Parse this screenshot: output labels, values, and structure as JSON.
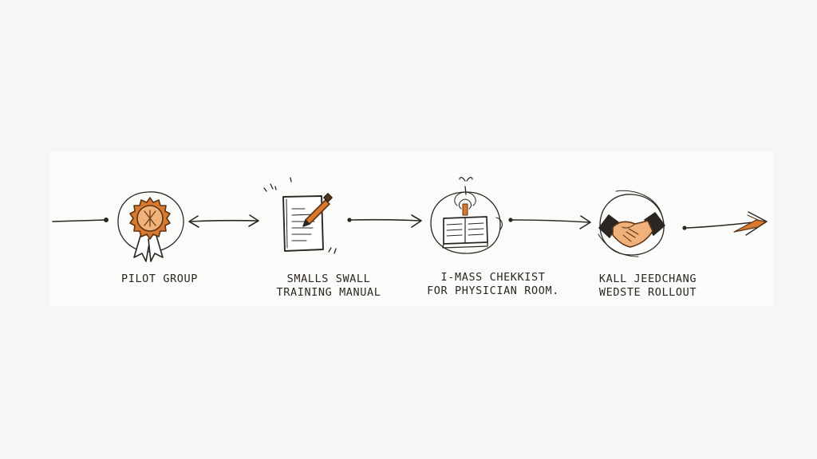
{
  "steps": [
    {
      "label_lines": [
        "PILOT GROUP"
      ],
      "icon": "award-ribbon-icon"
    },
    {
      "label_lines": [
        "SMALLS SWALL",
        "TRAINING MANUAL"
      ],
      "icon": "manual-pen-icon"
    },
    {
      "label_lines": [
        "I-MASS CHEKKIST",
        "FOR PHYSICIAN ROOM."
      ],
      "icon": "checklist-books-icon"
    },
    {
      "label_lines": [
        "KALL JEEDCHANG",
        "WEDSTE ROLLOUT"
      ],
      "icon": "handshake-icon"
    }
  ],
  "colors": {
    "ink": "#2b2622",
    "accent": "#d9782f",
    "accent_light": "#f0b27a",
    "paper": "#f7f6f4"
  }
}
